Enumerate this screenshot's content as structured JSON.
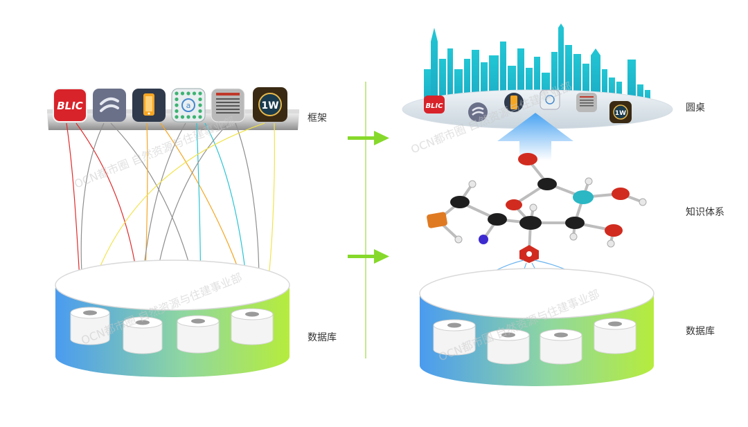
{
  "labels": {
    "framework": "框架",
    "database_left": "数据库",
    "round_table": "圆桌",
    "knowledge_system": "知识体系",
    "database_right": "数据库"
  },
  "watermark": "OCN都市圈 自然资源与住建事业部",
  "apps": [
    {
      "name": "blic-app-icon",
      "text": "BLIC",
      "color": "#d8232a"
    },
    {
      "name": "lines-app-icon",
      "text": "",
      "color": "#6b7089"
    },
    {
      "name": "phone-app-icon",
      "text": "",
      "color": "#2f3a4c"
    },
    {
      "name": "grid-app-icon",
      "text": "a",
      "color": "#e9eef0"
    },
    {
      "name": "newspaper-app-icon",
      "text": "",
      "color": "#b9b9b9"
    },
    {
      "name": "world-app-icon",
      "text": "1W",
      "color": "#3a2a14"
    }
  ],
  "colors": {
    "cylinder_start": "#4a9bf0",
    "cylinder_end": "#b6ec3c",
    "arrow_green": "#86d92a",
    "arrow_blue": "#5aa9f0",
    "skyline": "#1fc1cf",
    "red": "#e02a2a",
    "gray": "#8e8e8e",
    "orange": "#f5a623",
    "cyan": "#27c4d6",
    "yellow": "#f2e34a"
  }
}
